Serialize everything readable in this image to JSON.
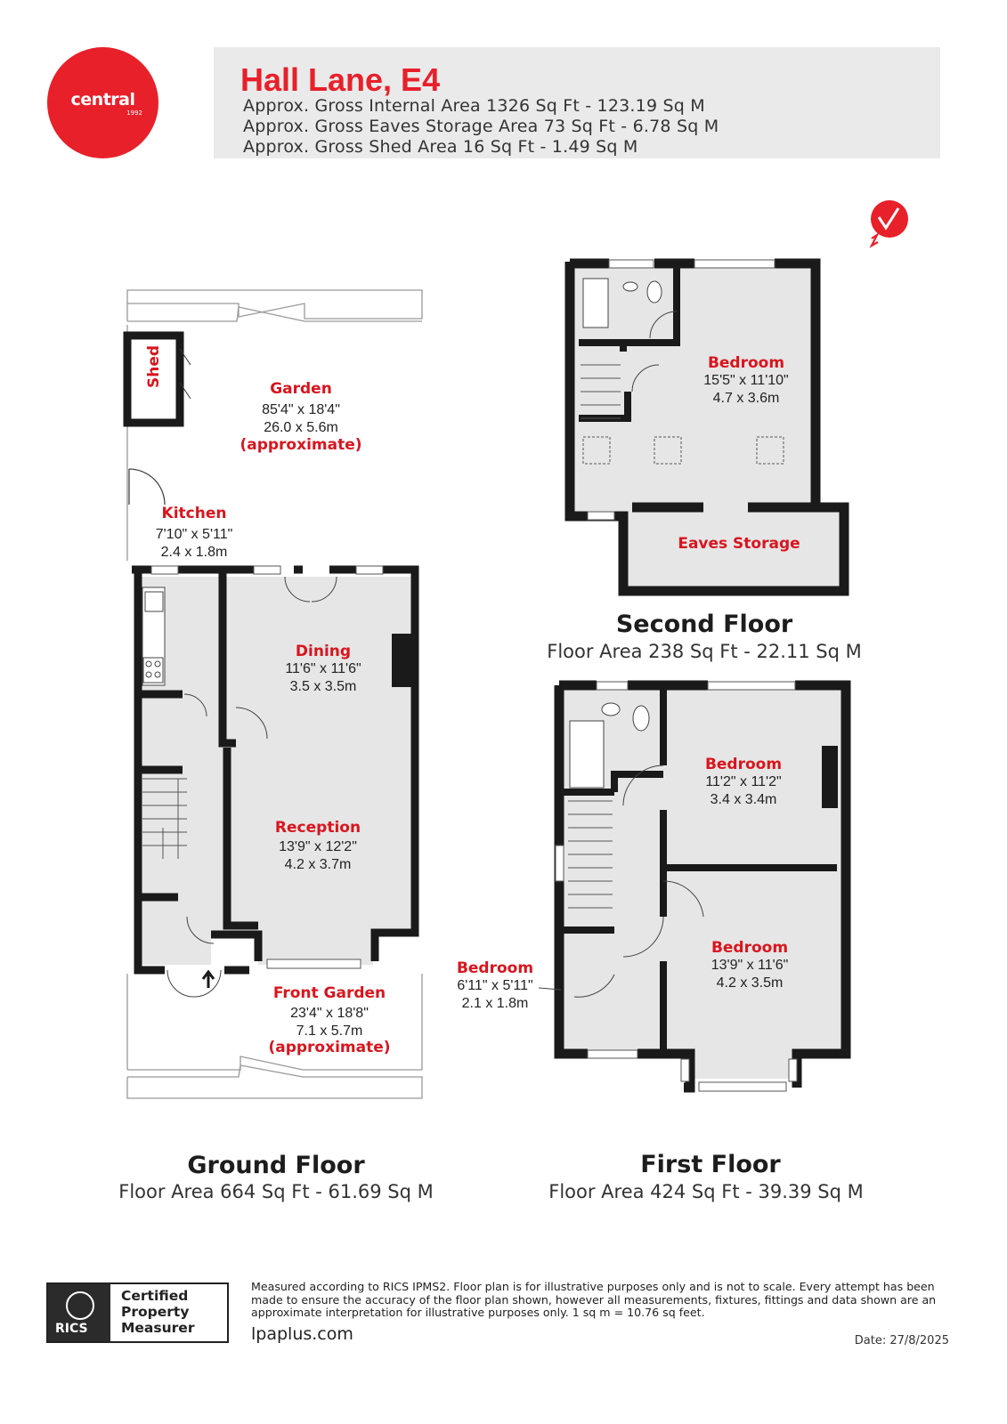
{
  "header": {
    "logo_text": "central",
    "logo_year": "1992",
    "title": "Hall Lane, E4",
    "areas": [
      "Approx. Gross Internal Area 1326 Sq Ft - 123.19  Sq M",
      "Approx. Gross Eaves Storage Area 73 Sq Ft - 6.78 Sq M",
      "Approx. Gross Shed Area 16 Sq Ft - 1.49 Sq M"
    ]
  },
  "north_icon": "north-arrow-icon",
  "colors": {
    "brand_red": "#e8202a",
    "wall": "#1a1a1a",
    "floor_fill": "#e6e6e6"
  },
  "floors": {
    "ground": {
      "title": "Ground Floor",
      "area": "Floor Area 664 Sq Ft - 61.69 Sq M"
    },
    "first": {
      "title": "First Floor",
      "area": "Floor Area 424 Sq Ft - 39.39 Sq M"
    },
    "second": {
      "title": "Second Floor",
      "area": "Floor Area 238 Sq Ft - 22.11 Sq M"
    }
  },
  "rooms": {
    "shed": {
      "name": "Shed"
    },
    "garden": {
      "name": "Garden",
      "dim_imperial": "85'4\" x 18'4\"",
      "dim_metric": "26.0 x 5.6m",
      "note": "(approximate)"
    },
    "kitchen": {
      "name": "Kitchen",
      "dim_imperial": "7'10\" x 5'11\"",
      "dim_metric": "2.4 x 1.8m"
    },
    "dining": {
      "name": "Dining",
      "dim_imperial": "11'6\" x 11'6\"",
      "dim_metric": "3.5 x 3.5m"
    },
    "reception": {
      "name": "Reception",
      "dim_imperial": "13'9\" x 12'2\"",
      "dim_metric": "4.2 x 3.7m"
    },
    "front_garden": {
      "name": "Front Garden",
      "dim_imperial": "23'4\" x 18'8\"",
      "dim_metric": "7.1 x 5.7m",
      "note": "(approximate)"
    },
    "second_bedroom": {
      "name": "Bedroom",
      "dim_imperial": "15'5\" x 11'10\"",
      "dim_metric": "4.7 x 3.6m"
    },
    "eaves": {
      "name": "Eaves Storage"
    },
    "first_bedroom_rear": {
      "name": "Bedroom",
      "dim_imperial": "11'2\" x 11'2\"",
      "dim_metric": "3.4 x 3.4m"
    },
    "first_bedroom_front": {
      "name": "Bedroom",
      "dim_imperial": "13'9\" x 11'6\"",
      "dim_metric": "4.2 x 3.5m"
    },
    "first_bedroom_small": {
      "name": "Bedroom",
      "dim_imperial": "6'11\" x 5'11\"",
      "dim_metric": "2.1 x 1.8m"
    }
  },
  "footer": {
    "rics_label": "RICS",
    "certified_lines": [
      "Certified",
      "Property",
      "Measurer"
    ],
    "disclaimer": "Measured according to RICS IPMS2. Floor plan is for illustrative purposes only and is not to scale. Every attempt has been made to ensure the accuracy of the floor plan shown, however all measurements, fixtures, fittings and data shown are an approximate interpretation for illustrative purposes only. 1 sq m = 10.76 sq feet.",
    "website": "lpaplus.com",
    "date": "Date: 27/8/2025"
  }
}
